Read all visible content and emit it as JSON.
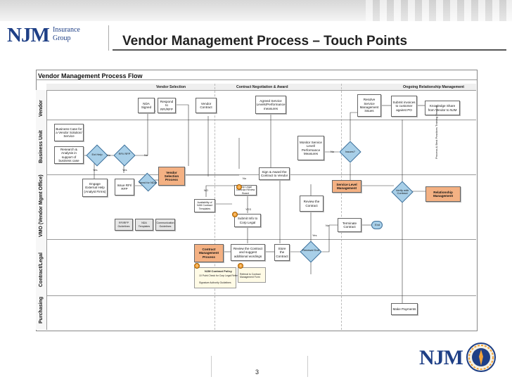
{
  "slide": {
    "title": "Vendor Management Process – Touch Points",
    "page_number": "3",
    "logo_main": "NJM",
    "logo_sub1": "Insurance",
    "logo_sub2": "Group",
    "footer_logo": "NJM"
  },
  "flow": {
    "title": "Vendor Management Process Flow",
    "phases": [
      "Vendor Selection",
      "Contract Negotiation & Award",
      "Ongoing Relationship Management"
    ],
    "lanes": [
      "Vendor",
      "Business Unit",
      "VMO (Vendor Mgmt Office)",
      "Contract/Legal",
      "Purchasing"
    ]
  },
  "boxes": {
    "nda_signed": "NDA Signed",
    "respond_rfi": "Respond to RFI/RFP",
    "vendor_contract": "Vendor Contract",
    "agreed_service": "Agreed Service Levels/Performance measures",
    "resolve_issues": "Resolve Service Management issues",
    "submit_invoices": "Submit invoices to customer against PO",
    "knowledge_share": "Knowledge Share from Vendor to NJM",
    "business_case": "Business Case for a Vendor Solution/ Service",
    "research": "Research & Analysis in support of business case",
    "engage_help": "Engage External Help (Analyst Firms)",
    "issue_rfi": "Issue RFI/ RFP",
    "vendor_selection_process": "Vendor Selection Process",
    "sign_award": "Sign & Award the Contract to Vendor",
    "monitor_service": "Monitor Service Level/ Performance Measures",
    "service_level_mgmt": "Service Level Management",
    "relationship_mgmt": "Relationship Management",
    "review_contract_vmo": "Review the Contract",
    "submit_legal": "Submit Info to Corp Legal",
    "terminate_contract": "Terminate Contract",
    "rfi_guidelines": "RFI/RFP Guidelines",
    "nda_templates": "NDA Templates",
    "communication_guidelines": "Communication Guidelines",
    "availability_templates": "Availability of NJM Contract Templates",
    "corp_legal_review": "Corp Legal Contract Review Board",
    "contract_mgmt_process": "Contract Management Process",
    "review_contract_legal": "Review the Contract and suggest additional wordings",
    "store_contract": "Store the Contract",
    "make_payments": "Make Payments",
    "vertical_text": "Process & Best Practices Training Vendors",
    "policy_title": "NJM Contract Policy",
    "policy_item1": "10 Point Check for Corp Legal Referral",
    "policy_item2": "Signature Authority Guidelines",
    "referral_form": "Referral to Contract Management Form"
  },
  "decisions": {
    "ext_help": "Ext Help",
    "rfi_rfp": "RFI/ RFP",
    "renewal_due": "Renewal Due",
    "issues": "Issues?",
    "verify_contract": "Verify with Contract",
    "end": "End"
  },
  "labels": {
    "yes": "Yes",
    "no": "No",
    "yes2": "Yes",
    "yes3": "YES",
    "no2": "NO",
    "no3": "No",
    "need_nda": "Need for NDA",
    "badge1": "1",
    "badge2": "2",
    "badge3": "3",
    "badge4": "4"
  }
}
